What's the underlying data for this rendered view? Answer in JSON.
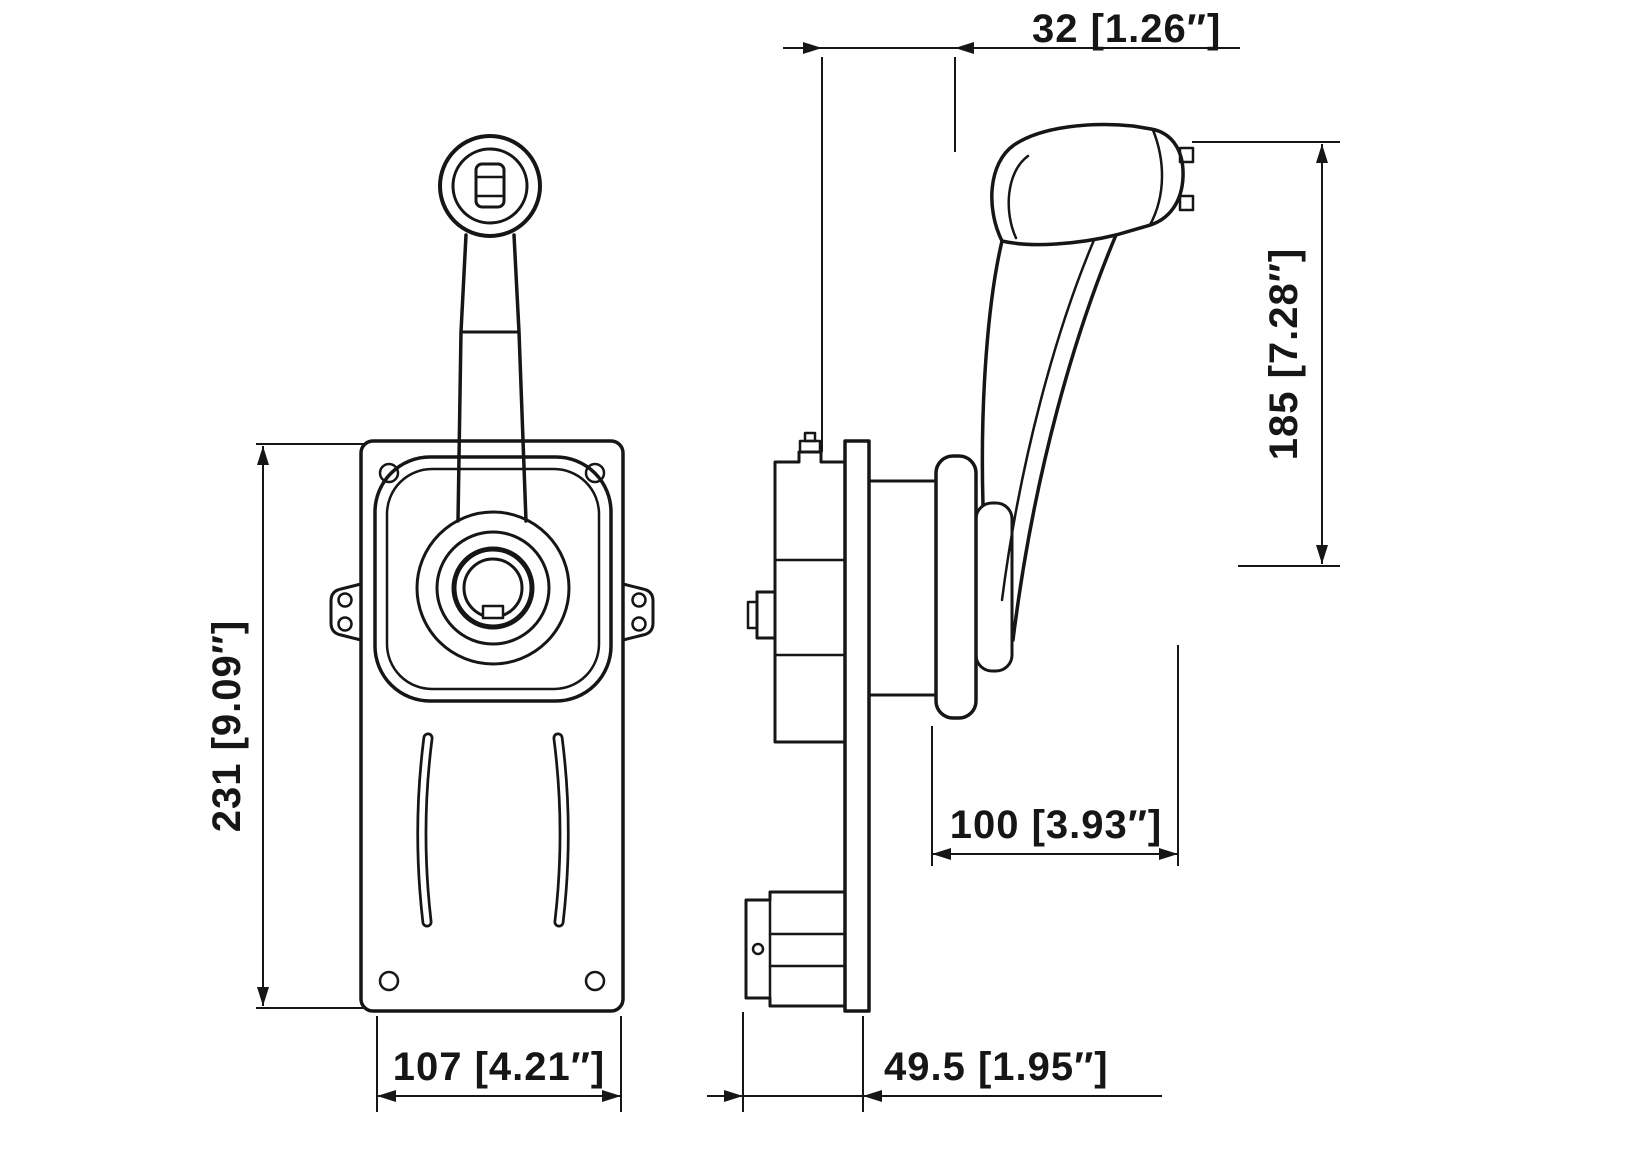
{
  "colors": {
    "line": "#161616",
    "background": "#ffffff"
  },
  "dimensions": {
    "top_offset": "32 [1.26″]",
    "lever_height": "185 [7.28″]",
    "body_height": "231 [9.09″]",
    "lever_reach": "100 [3.93″]",
    "body_width": "107 [4.21″]",
    "rear_depth": "49.5 [1.95″]"
  }
}
